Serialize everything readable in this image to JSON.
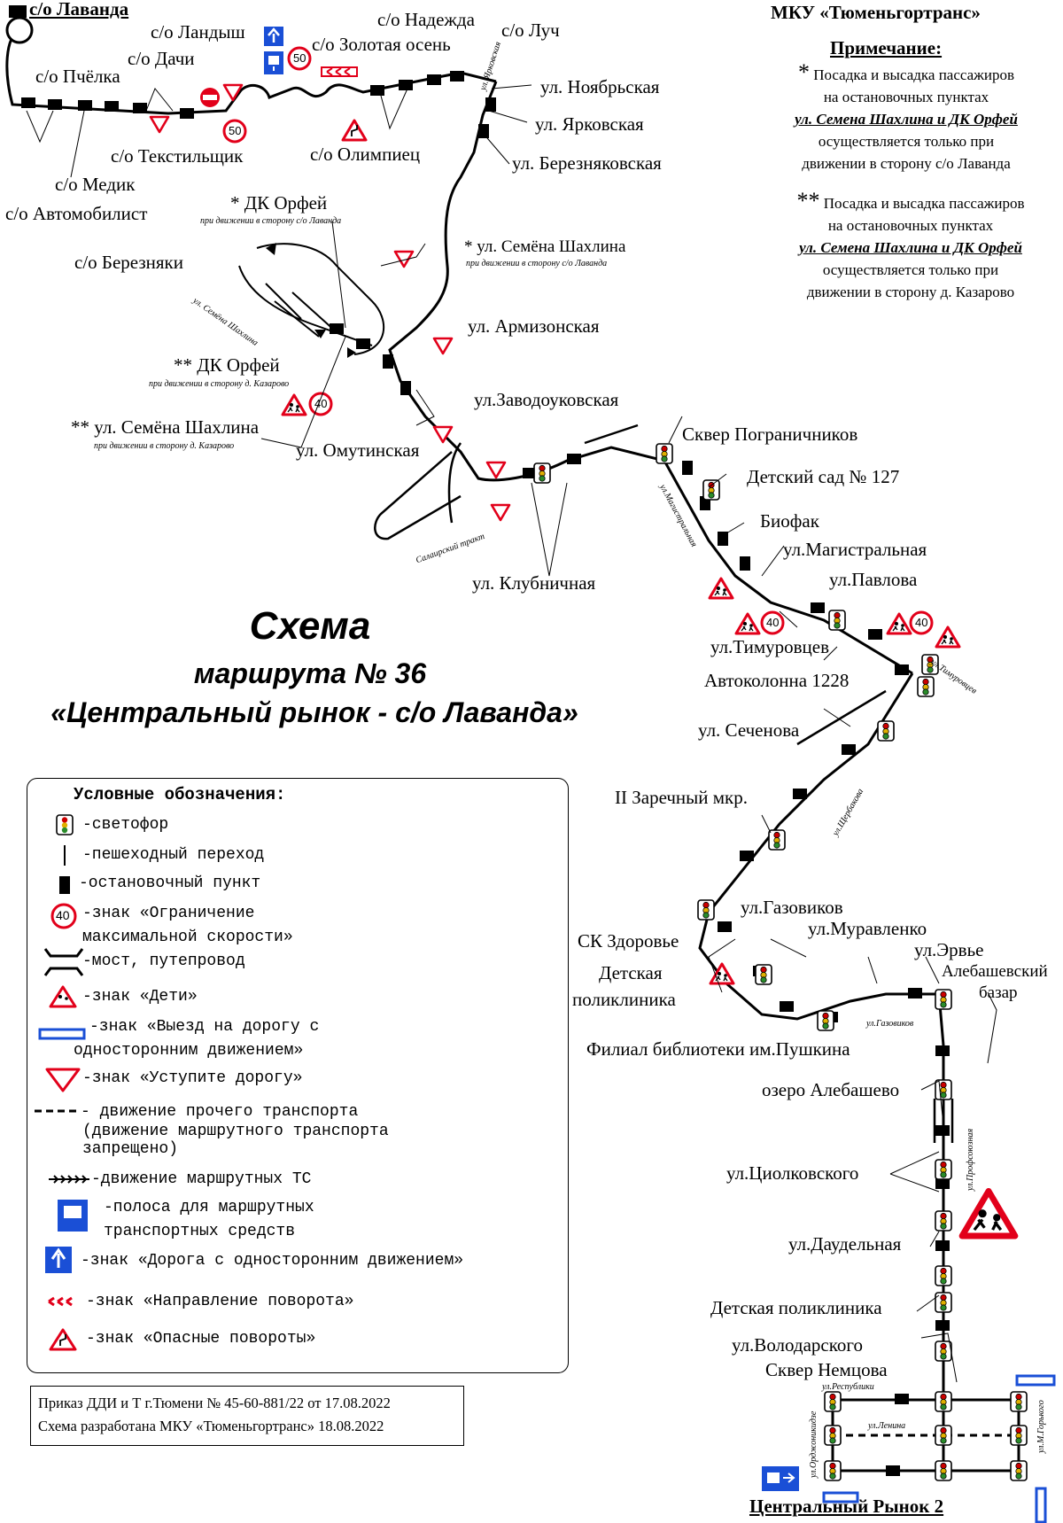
{
  "header": {
    "org": "МКУ «Тюменьгортранс»",
    "note_title": "Примечание:",
    "note1_a": "Посадка и высадка пассажиров",
    "note1_b": "на остановочных пунктах",
    "note1_c": "ул. Семена Шахлина и ДК Орфей",
    "note1_d": "осуществляется только при",
    "note1_e": "движении в сторону с/о Лаванда",
    "note2_a": "Посадка и высадка пассажиров",
    "note2_b": "на остановочных пунктах",
    "note2_c": "ул. Семена Шахлина и ДК Орфей",
    "note2_d": "осуществляется только при",
    "note2_e": "движении в сторону д. Казарово",
    "star1": "*",
    "star2": "**"
  },
  "title": {
    "line1": "Схема",
    "line2": "маршрута № 36",
    "line3": "«Центральный рынок - с/о Лаванда»"
  },
  "stops": {
    "lavanda": "с/о Лаванда",
    "landysh": "с/о Ландыш",
    "nadezhda": "с/о Надежда",
    "luch": "с/о Луч",
    "zolotaya": "с/о Золотая осень",
    "dachi": "с/о Дачи",
    "pchelka": "с/о Пчёлка",
    "noyabrskaya": "ул. Ноябрьская",
    "yarkovskaya": "ул. Ярковская",
    "tekstilshik": "с/о Текстильщик",
    "olimpiec": "с/о Олимпиец",
    "bereznyakovskaya": "ул. Березняковская",
    "medik": "с/о Медик",
    "avtomobilist": "с/о Автомобилист",
    "dk_orfey_1": "* ДК Орфей",
    "dk_orfey_1_sub": "при движении в сторону с/о Лаванда",
    "shahlina_1": "* ул. Семёна Шахлина",
    "shahlina_1_sub": "при движении в сторону с/о Лаванда",
    "berezniaki": "с/о Березняки",
    "armizonskaya": "ул. Армизонская",
    "dk_orfey_2": "** ДК Орфей",
    "dk_orfey_2_sub": "при движении в сторону д. Казарово",
    "zavodoukovskaya": "ул.Заводоуковская",
    "shahlina_2": "** ул. Семёна Шахлина",
    "shahlina_2_sub": "при движении в сторону д. Казарово",
    "omutinskaya": "ул. Омутинская",
    "skver_pogr": "Сквер Пограничников",
    "detsad": "Детский сад № 127",
    "biofak": "Биофак",
    "magistralnaya": "ул.Магистральная",
    "klubnichnaya": "ул. Клубничная",
    "pavlova": "ул.Павлова",
    "timurovcev": "ул.Тимуровцев",
    "avtokolonna": "Автоколонна 1228",
    "sechenova": "ул. Сеченова",
    "zarechny": "II Заречный мкр.",
    "gazovikov": "ул.Газовиков",
    "sk_zdorovie": "СК Здоровье",
    "muravlenko": "ул.Муравленко",
    "erve": "ул.Эрвье",
    "alebash_bazar_1": "Алебашевский",
    "alebash_bazar_2": "базар",
    "det_poliklin_1": "Детская",
    "det_poliklin_2": "поликлиника",
    "biblioteka": "Филиал библиотеки им.Пушкина",
    "ozero": "озеро Алебашево",
    "ciolkovskogo": "ул.Циолковского",
    "daudelnaya": "ул.Даудельная",
    "det_poliklinika": "Детская поликлиника",
    "volodarskogo": "ул.Володарского",
    "skver_nemcova": "Сквер Немцова",
    "central_market": "Центральный Рынок 2"
  },
  "streets": {
    "yarkovskaya": "ул. Ярковская",
    "semena_shahlina": "ул. Семёна Шахлина",
    "salairsky": "Салаирский тракт",
    "magistralnaya": "ул.Магистральная",
    "timurovcev": "ул.Тимуровцев",
    "shcherbakova": "ул.Щербакова",
    "gazovikov": "ул.Газовиков",
    "profsoyuznaya": "ул.Профсоюзная",
    "respubliki": "ул.Республики",
    "lenina": "ул.Ленина",
    "ordzhonikidze": "ул.Орджоникидзе",
    "m_gorkogo": "ул.М.Горького"
  },
  "signs": {
    "speed_50": "50",
    "speed_40": "40"
  },
  "legend": {
    "title": "Условные обозначения:",
    "traffic_light": "-светофор",
    "crossing": "-пешеходный переход",
    "stop_point": "-остановочный пункт",
    "speed_limit_1": "-знак «Ограничение",
    "speed_limit_2": "максимальной скорости»",
    "speed_sample": "40",
    "bridge": "-мост, путепровод",
    "children": "-знак «Дети»",
    "one_way_exit_1": "-знак «Выезд на дорогу с",
    "one_way_exit_2": "односторонним движением»",
    "give_way": "-знак «Уступите дорогу»",
    "other_traffic_1": "- движение прочего транспорта",
    "other_traffic_2": "(движение маршрутного транспорта",
    "other_traffic_3": "запрещено)",
    "route_traffic": "-движение маршрутных ТС",
    "bus_lane_1": "-полоса для маршрутных",
    "bus_lane_2": "транспортных средств",
    "one_way_road": "-знак «Дорога с односторонним движением»",
    "turn_direction": "-знак «Направление поворота»",
    "dangerous_turns": "-знак «Опасные повороты»"
  },
  "footer": {
    "line1": "Приказ ДДИ и Т г.Тюмени № 45-60-881/22 от 17.08.2022",
    "line2": "Схема разработана МКУ «Тюменьгортранс» 18.08.2022"
  },
  "colors": {
    "route": "#000000",
    "sign_red": "#e2001a",
    "sign_blue": "#1a4fd6"
  }
}
